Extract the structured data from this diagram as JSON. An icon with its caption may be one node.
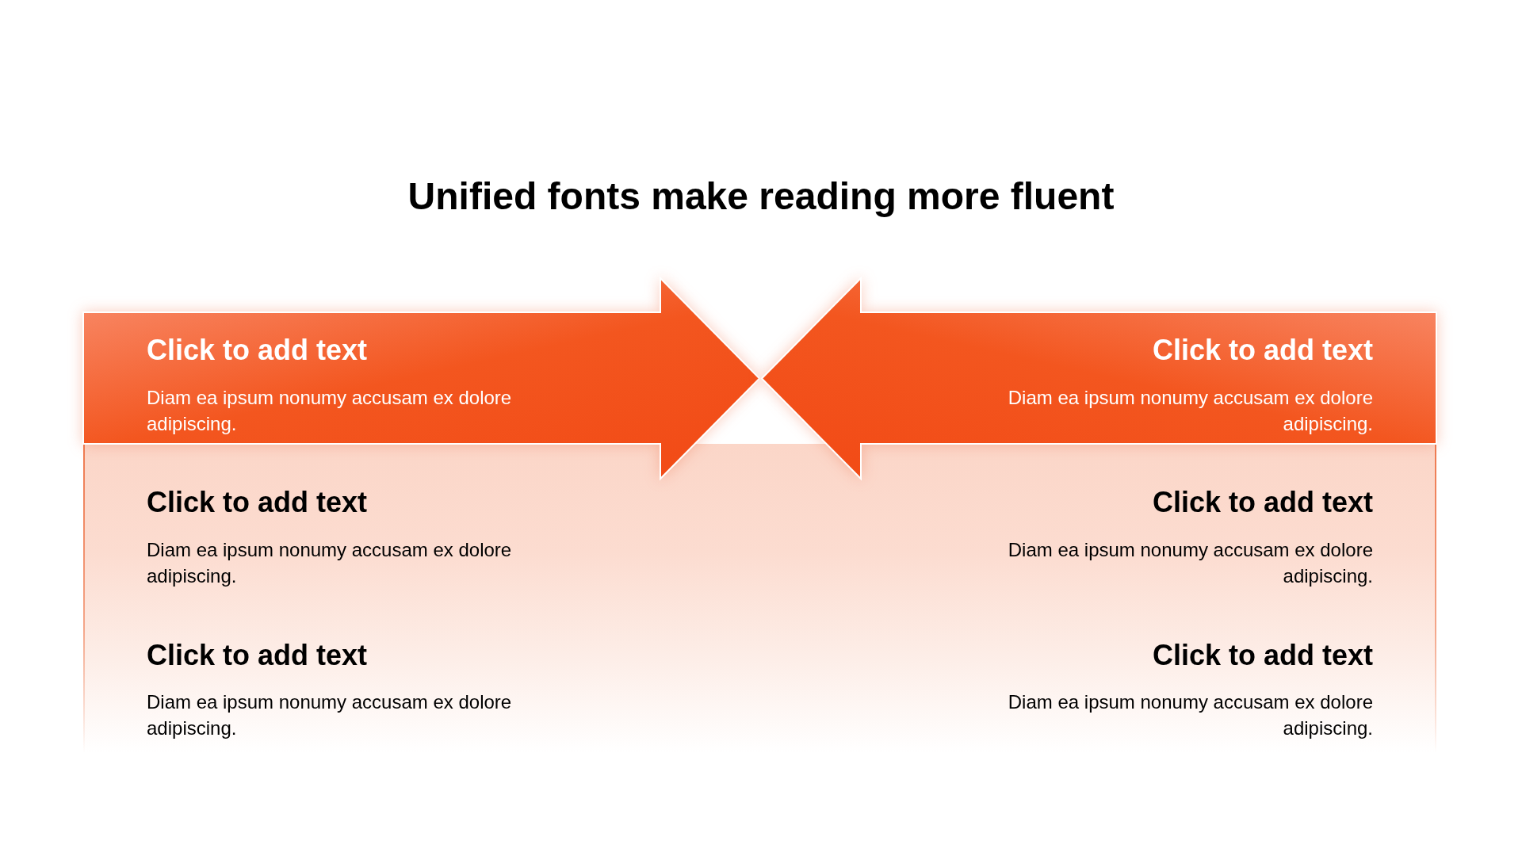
{
  "diagram": {
    "title": "Unified fonts make reading more fluent",
    "nodes": [
      {
        "text": [
          "Click to add text",
          "Diam ea ipsum nonumy accusam ex dolore adipiscing."
        ]
      },
      {
        "text": [
          "Click to add text",
          "Diam ea ipsum nonumy accusam ex dolore adipiscing."
        ]
      },
      {
        "text": [
          "Click to add text",
          "Diam ea ipsum nonumy accusam ex dolore adipiscing.",
          "Click to add text",
          "Diam ea ipsum nonumy accusam ex dolore adipiscing.",
          "Click to add text",
          "Diam ea ipsum nonumy accusam ex dolore adipiscing.",
          "Click to add text",
          "Diam ea ipsum nonumy accusam ex dolore adipiscing."
        ]
      }
    ]
  }
}
